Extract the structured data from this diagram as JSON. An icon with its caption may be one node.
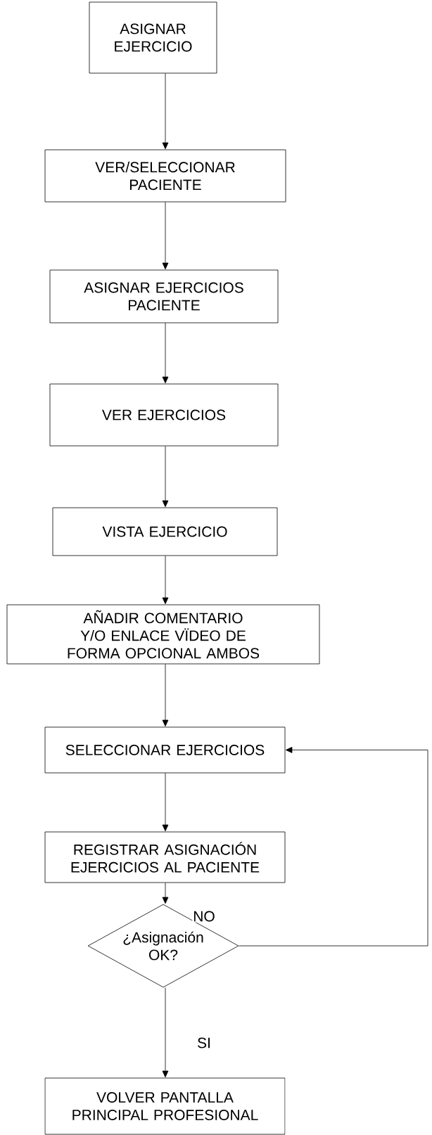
{
  "diagram": {
    "nodes": [
      {
        "text": [
          "ASIGNAR EJERCICIO"
        ]
      },
      {
        "text": [
          "VER/SELECCIONAR PACIENTE"
        ]
      },
      {
        "text": [
          "ASIGNAR EJERCICIOS PACIENTE"
        ]
      },
      {
        "text": [
          "VER EJERCICIOS"
        ]
      },
      {
        "text": [
          "VISTA EJERCICIO"
        ]
      },
      {
        "text": [
          "AÑADIR COMENTARIO Y/O ENLACE VÏDEO DE FORMA OPCIONAL AMBOS"
        ]
      },
      {
        "text": [
          "SELECCIONAR EJERCICIOS"
        ]
      },
      {
        "text": [
          "REGISTRAR ASIGNACIÓN EJERCICIOS AL PACIENTE"
        ]
      },
      {
        "text": [
          "¿Asignación OK?"
        ]
      },
      {
        "text": [
          "VOLVER PANTALLA PRINCIPAL PROFESIONAL"
        ]
      }
    ],
    "edges": [
      {
        "from": 0,
        "to": 1,
        "arrow": "to"
      },
      {
        "from": 1,
        "to": 2,
        "arrow": "to"
      },
      {
        "from": 2,
        "to": 3,
        "arrow": "to"
      },
      {
        "from": 3,
        "to": 4,
        "arrow": "to"
      },
      {
        "from": 4,
        "to": 5,
        "arrow": "to"
      },
      {
        "from": 5,
        "to": 6,
        "arrow": "to"
      },
      {
        "from": 6,
        "to": 7,
        "arrow": "to"
      },
      {
        "from": 7,
        "to": 8,
        "arrow": "to"
      },
      {
        "from": 8,
        "to": 9,
        "arrow": "to",
        "label": "SI"
      },
      {
        "from": 8,
        "to": 6,
        "arrow": "to",
        "label": "NO"
      }
    ]
  }
}
